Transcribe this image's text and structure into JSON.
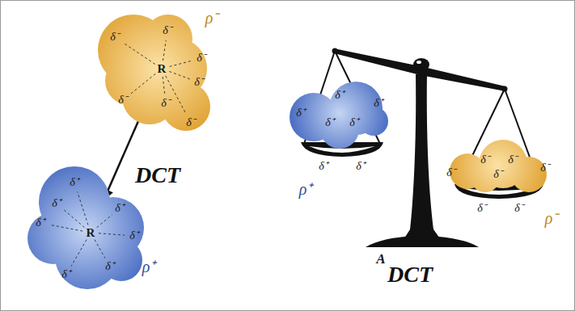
{
  "diagram": {
    "nodes": [
      {
        "text": [
          "R",
          "δ⁻",
          "δ⁻",
          "δ⁻",
          "δ⁻",
          "δ⁻",
          "δ⁻",
          "δ⁻",
          "ρ⁻"
        ]
      },
      {
        "text": [
          "R",
          "δ⁺",
          "δ⁺",
          "δ⁺",
          "δ⁺",
          "δ⁺",
          "δ⁺",
          "δ⁺",
          "ρ⁺"
        ]
      },
      {
        "text": [
          "δ⁺",
          "δ⁺",
          "δ⁺",
          "δ⁺",
          "δ⁺",
          "δ⁺",
          "δ⁺",
          "ρ⁺"
        ]
      },
      {
        "text": [
          "δ⁻",
          "δ⁻",
          "δ⁻",
          "δ⁻",
          "δ⁻",
          "δ⁻",
          "δ⁻",
          "ρ⁻"
        ]
      }
    ],
    "edges": [
      {
        "from": 0,
        "to": 1,
        "arrow": "both",
        "label": "DCT"
      }
    ],
    "labels": [
      "A",
      "DCT"
    ]
  }
}
